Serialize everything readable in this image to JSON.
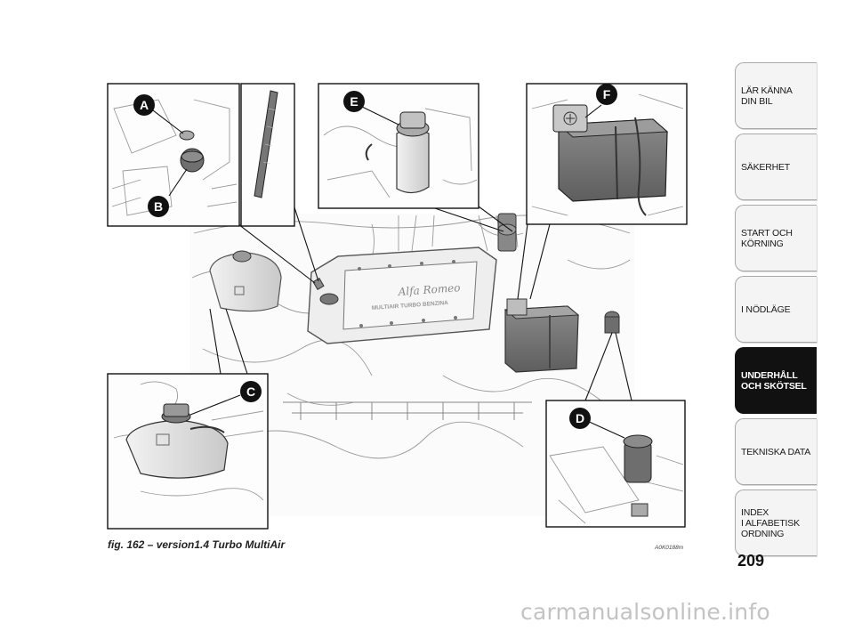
{
  "figure": {
    "caption": "fig. 162 – version1.4 Turbo MultiAir",
    "code": "A0K0188m",
    "callouts": [
      "A",
      "B",
      "C",
      "D",
      "E",
      "F"
    ],
    "engine_cover_brand": "Alfa Romeo",
    "engine_cover_label": "MULTIAIR TURBO BENZINA"
  },
  "tabs": [
    {
      "label": "LÄR KÄNNA\nDIN BIL",
      "active": false
    },
    {
      "label": "SÄKERHET",
      "active": false
    },
    {
      "label": "START OCH\nKÖRNING",
      "active": false
    },
    {
      "label": "I NÖDLÄGE",
      "active": false
    },
    {
      "label": "UNDERHÅLL\nOCH SKÖTSEL",
      "active": true
    },
    {
      "label": "TEKNISKA DATA",
      "active": false
    },
    {
      "label": "INDEX\nI ALFABETISK\nORDNING",
      "active": false
    }
  ],
  "page_number": "209",
  "watermark": "carmanualsonline.info"
}
